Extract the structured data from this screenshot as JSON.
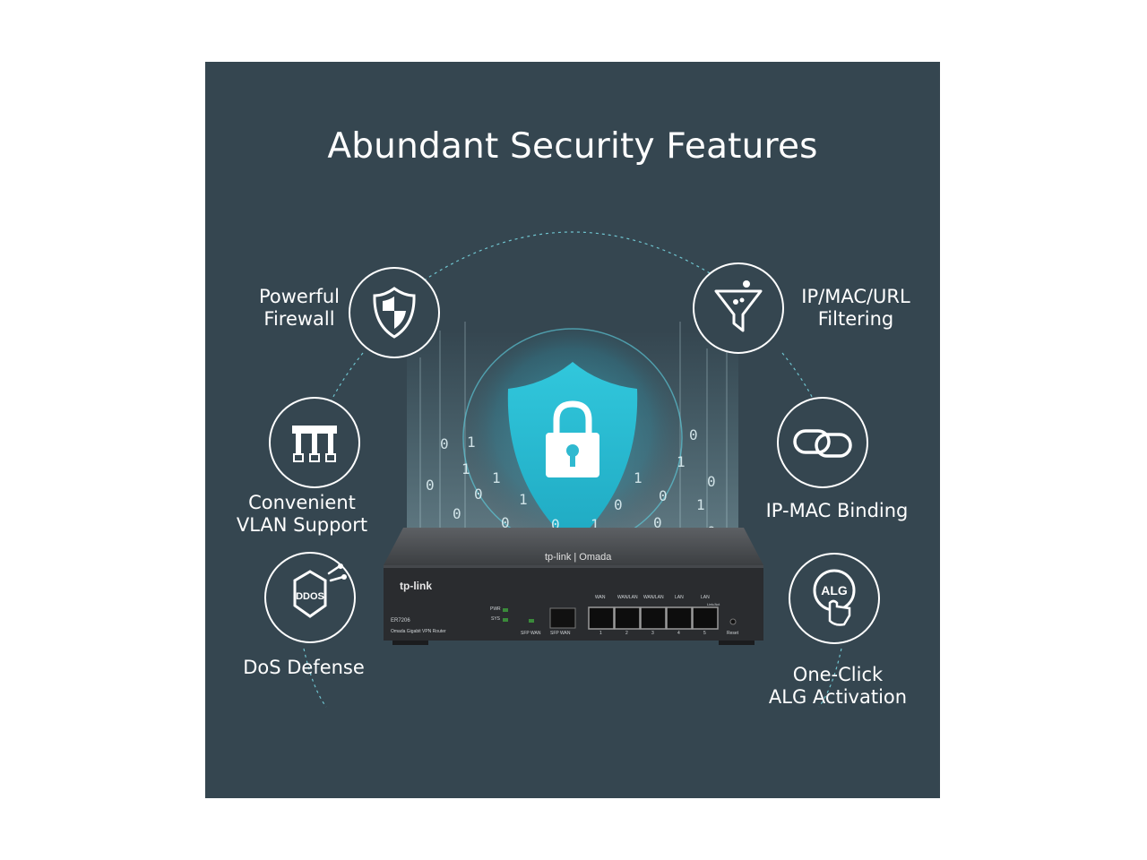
{
  "title": "Abundant Security Features",
  "colors": {
    "background": "#354650",
    "accent": "#39c6db",
    "text": "#ffffff"
  },
  "features": {
    "firewall": {
      "line1": "Powerful",
      "line2": "Firewall",
      "icon": "shield-icon"
    },
    "filtering": {
      "line1": "IP/MAC/URL",
      "line2": "Filtering",
      "icon": "funnel-filter-icon"
    },
    "vlan": {
      "line1": "Convenient",
      "line2": "VLAN Support",
      "icon": "vlan-network-icon"
    },
    "binding": {
      "label": "IP-MAC Binding",
      "icon": "link-chain-icon"
    },
    "dos": {
      "label": "DoS Defense",
      "icon": "ddos-icon",
      "badge": "DDOS"
    },
    "alg": {
      "line1": "One-Click",
      "line2": "ALG Activation",
      "icon": "alg-click-icon",
      "badge": "ALG"
    }
  },
  "router": {
    "brand": "tp-link",
    "top_brand": "tp-link | Omada",
    "model": "ER7206",
    "description": "Omada Gigabit VPN Router",
    "led_pwr": "PWR",
    "led_sys": "SYS",
    "sfp_led_label": "SFP WAN",
    "sfp_port_label": "SFP WAN",
    "port_labels": [
      "WAN",
      "WAN/LAN",
      "WAN/LAN",
      "LAN",
      "LAN"
    ],
    "port_numbers": [
      "1",
      "2",
      "3",
      "4",
      "5"
    ],
    "linkact": "Link/Act",
    "reset": "Reset"
  },
  "center_icon": "padlock-shield-icon"
}
